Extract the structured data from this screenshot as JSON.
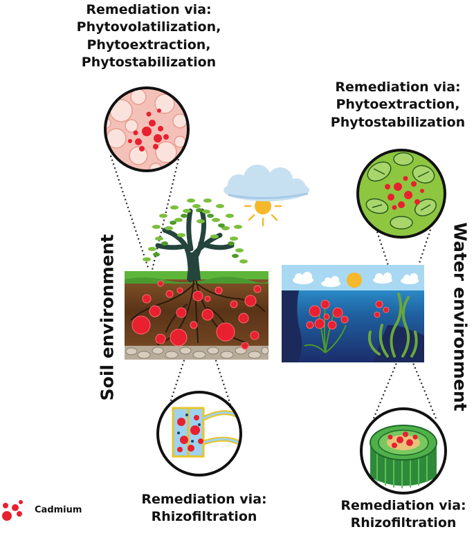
{
  "labels": {
    "top_left": {
      "line1": "Remediation via:",
      "line2": "Phytovolatilization,",
      "line3": "Phytoextraction,",
      "line4": "Phytostabilization"
    },
    "top_right": {
      "line1": "Remediation via:",
      "line2": "Phytoextraction,",
      "line3": "Phytostabilization"
    },
    "bottom_left": {
      "line1": "Remediation via:",
      "line2": "Rhizofiltration"
    },
    "bottom_right": {
      "line1": "Remediation via:",
      "line2": "Rhizofiltration"
    }
  },
  "environments": {
    "soil": "Soil environment",
    "water": "Water environment"
  },
  "legend": {
    "label": "Cadmium",
    "color": "#e8202f"
  },
  "colors": {
    "cadmium": "#e8202f",
    "soil_dark": "#5a3418",
    "soil_mid": "#7a4a22",
    "grass": "#5db53a",
    "leaf": "#7cbf3c",
    "trunk": "#24443c",
    "sky": "#9fd4f0",
    "sea": "#1f6fa8",
    "deep_sea": "#1f3470",
    "sun": "#f5b82a",
    "cloud": "#c6e0f2"
  },
  "icons": [
    "cadmium-dots-icon",
    "sun-icon",
    "cloud-icon",
    "tree-icon",
    "water-plant-icon",
    "seaweed-icon",
    "cell-closeup-icon",
    "leaf-tissue-icon",
    "root-cell-icon",
    "stem-cross-section-icon"
  ]
}
